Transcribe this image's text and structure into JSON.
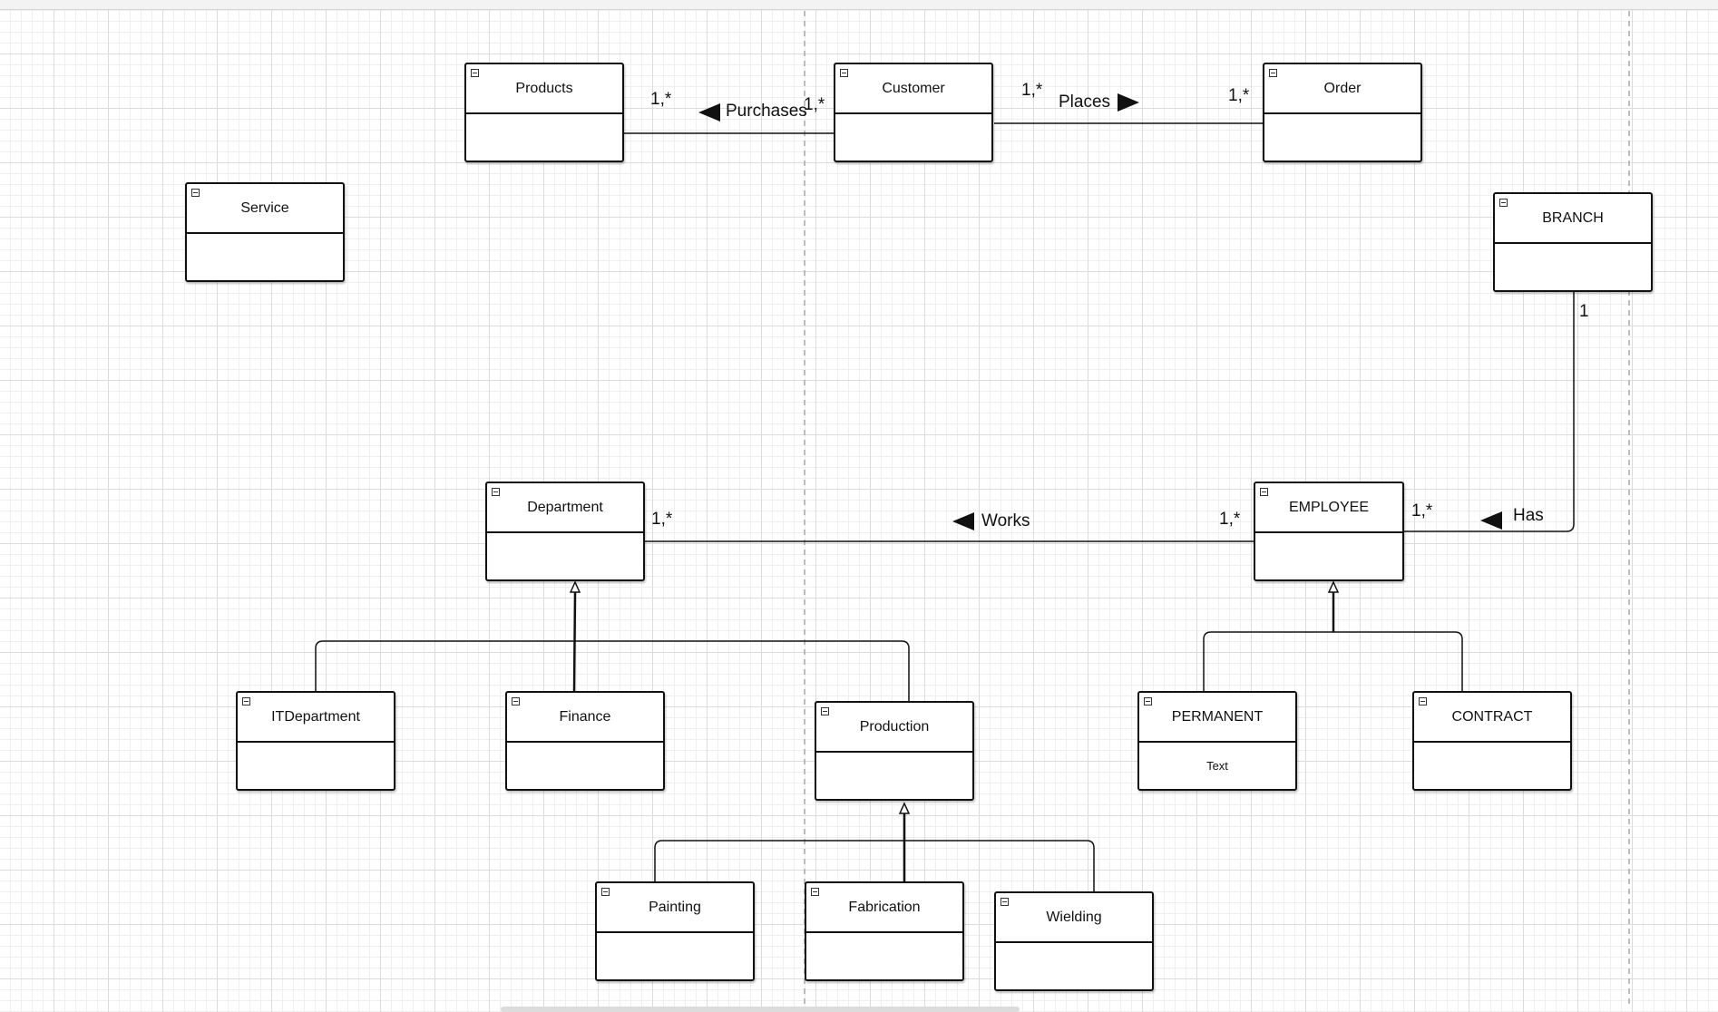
{
  "classes": {
    "products": {
      "name": "Products",
      "attributes": ""
    },
    "customer": {
      "name": "Customer",
      "attributes": ""
    },
    "order": {
      "name": "Order",
      "attributes": ""
    },
    "service": {
      "name": "Service",
      "attributes": ""
    },
    "branch": {
      "name": "BRANCH",
      "attributes": ""
    },
    "department": {
      "name": "Department",
      "attributes": ""
    },
    "employee": {
      "name": "EMPLOYEE",
      "attributes": ""
    },
    "itdepartment": {
      "name": "ITDepartment",
      "attributes": ""
    },
    "finance": {
      "name": "Finance",
      "attributes": ""
    },
    "production": {
      "name": "Production",
      "attributes": ""
    },
    "permanent": {
      "name": "PERMANENT",
      "attributes": "Text"
    },
    "contract": {
      "name": "CONTRACT",
      "attributes": ""
    },
    "painting": {
      "name": "Painting",
      "attributes": ""
    },
    "fabrication": {
      "name": "Fabrication",
      "attributes": ""
    },
    "wielding": {
      "name": "Wielding",
      "attributes": ""
    }
  },
  "associations": {
    "purchases": {
      "name": "Purchases",
      "products_multiplicity": "1,*",
      "customer_multiplicity": "1,*"
    },
    "places": {
      "name": "Places",
      "customer_multiplicity": "1,*",
      "order_multiplicity": "1,*"
    },
    "works": {
      "name": "Works",
      "department_multiplicity": "1,*",
      "employee_multiplicity": "1,*"
    },
    "has": {
      "name": "Has",
      "branch_multiplicity": "1",
      "employee_multiplicity": "1,*"
    }
  },
  "colors": {
    "line": "#111111",
    "grid": "#dcdcdc",
    "background": "#ffffff"
  }
}
